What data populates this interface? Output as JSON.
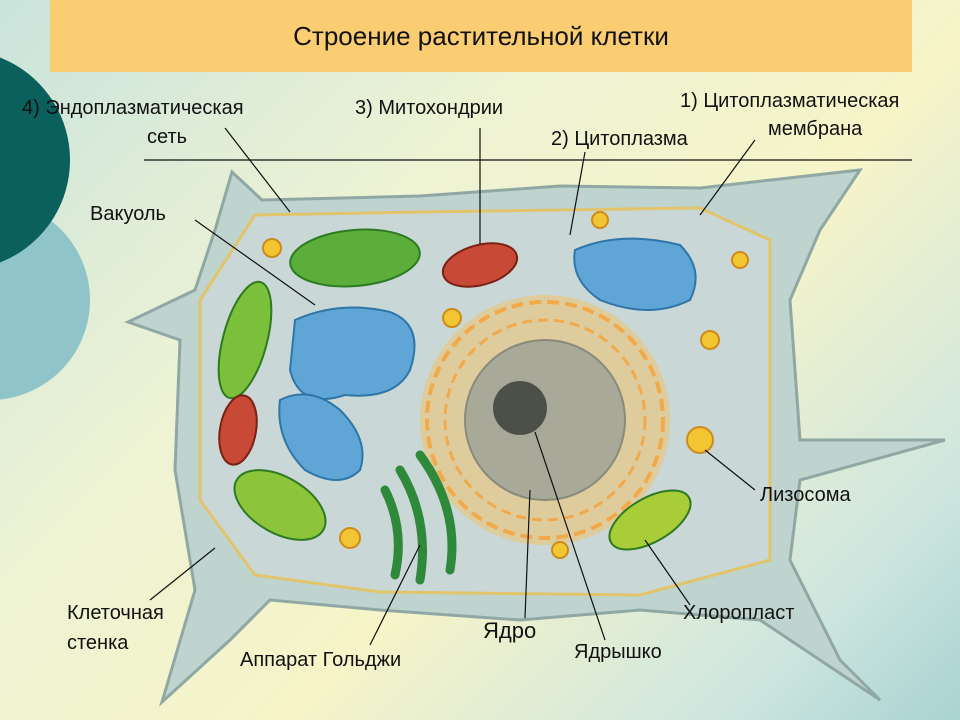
{
  "title": "Строение растительной клетки",
  "labels": {
    "er_line1": "4) Эндоплазматическая",
    "er_line2": "сеть",
    "mitochondria": "3) Митохондрии",
    "cytoplasm": "2) Цитоплазма",
    "membrane_line1": "1) Цитоплазматическая",
    "membrane_line2": "мембрана",
    "vacuole": "Вакуоль",
    "lysosome": "Лизосома",
    "cell_wall_line1": "Клеточная",
    "cell_wall_line2": "стенка",
    "nucleus": "Ядро",
    "golgi": "Аппарат Гольджи",
    "nucleolus": "Ядрышко",
    "chloroplast": "Хлоропласт"
  },
  "colors": {
    "title_bg": "#fbcd72",
    "dark_circle": "#0b5f5c",
    "light_circle": "#8fc5c8"
  }
}
